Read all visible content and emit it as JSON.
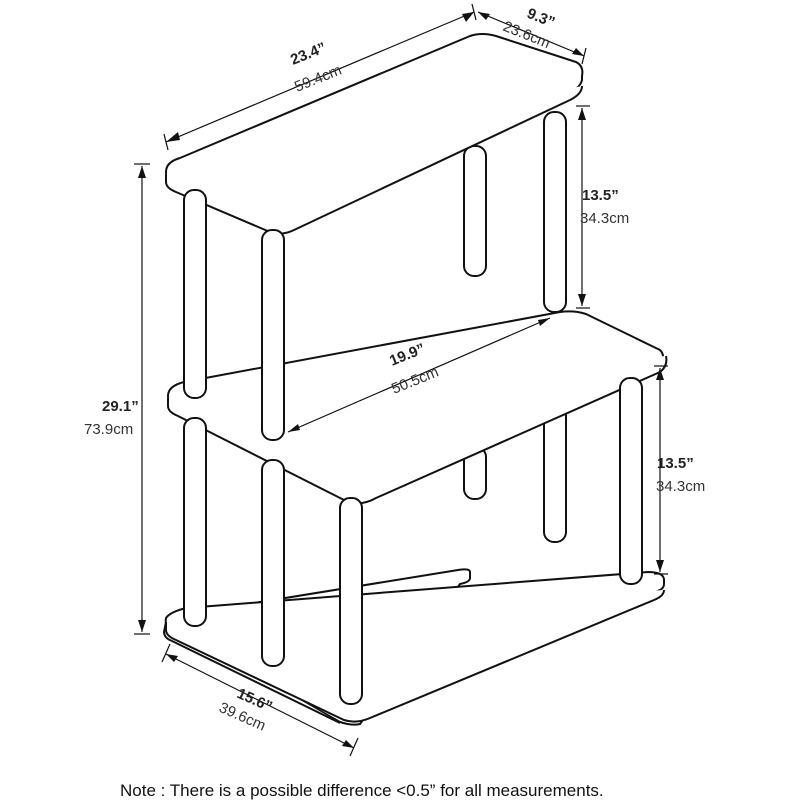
{
  "dimensions": {
    "top_width_in": "23.4”",
    "top_width_cm": "59.4cm",
    "top_depth_in": "9.3”",
    "top_depth_cm": "23.6cm",
    "upper_height_in": "13.5”",
    "upper_height_cm": "34.3cm",
    "total_height_in": "29.1”",
    "total_height_cm": "73.9cm",
    "middle_width_in": "19.9”",
    "middle_width_cm": "50.5cm",
    "lower_height_in": "13.5”",
    "lower_height_cm": "34.3cm",
    "base_depth_in": "15.6”",
    "base_depth_cm": "39.6cm"
  },
  "note": "Note : There is a possible difference <0.5” for all measurements."
}
